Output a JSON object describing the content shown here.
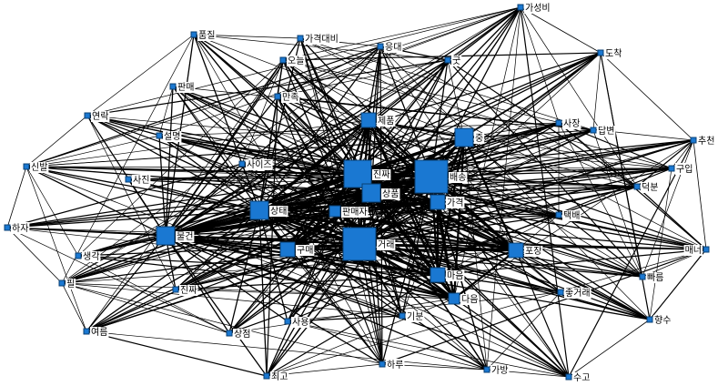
{
  "network": {
    "node_color": "#1a78d2",
    "nodes": [
      {
        "id": "n0",
        "label": "가성비",
        "weight": 1
      },
      {
        "id": "n1",
        "label": "품질",
        "weight": 1
      },
      {
        "id": "n2",
        "label": "가격대비",
        "weight": 1
      },
      {
        "id": "n3",
        "label": "응대",
        "weight": 1
      },
      {
        "id": "n4",
        "label": "굿",
        "weight": 1
      },
      {
        "id": "n5",
        "label": "도착",
        "weight": 1
      },
      {
        "id": "n6",
        "label": "오늘",
        "weight": 1
      },
      {
        "id": "n7",
        "label": "판매",
        "weight": 1
      },
      {
        "id": "n8",
        "label": "만족",
        "weight": 1
      },
      {
        "id": "n9",
        "label": "제품",
        "weight": 3
      },
      {
        "id": "n10",
        "label": "연락",
        "weight": 1
      },
      {
        "id": "n11",
        "label": "사장",
        "weight": 1
      },
      {
        "id": "n12",
        "label": "답변",
        "weight": 1
      },
      {
        "id": "n13",
        "label": "추천",
        "weight": 1
      },
      {
        "id": "n14",
        "label": "설명",
        "weight": 1
      },
      {
        "id": "n15",
        "label": "중",
        "weight": 4
      },
      {
        "id": "n16",
        "label": "사이즈",
        "weight": 1
      },
      {
        "id": "n17",
        "label": "진짜",
        "weight": 7
      },
      {
        "id": "n18",
        "label": "배송",
        "weight": 9
      },
      {
        "id": "n19",
        "label": "구입",
        "weight": 1
      },
      {
        "id": "n20",
        "label": "신발",
        "weight": 1
      },
      {
        "id": "n21",
        "label": "사진",
        "weight": 1
      },
      {
        "id": "n22",
        "label": "상품",
        "weight": 5
      },
      {
        "id": "n23",
        "label": "가격",
        "weight": 3
      },
      {
        "id": "n24",
        "label": "덕분",
        "weight": 1
      },
      {
        "id": "n25",
        "label": "상태",
        "weight": 5
      },
      {
        "id": "n26",
        "label": "판매자",
        "weight": 2
      },
      {
        "id": "n27",
        "label": "하자",
        "weight": 1
      },
      {
        "id": "n28",
        "label": "택배",
        "weight": 1
      },
      {
        "id": "n29",
        "label": "물건",
        "weight": 4
      },
      {
        "id": "n30",
        "label": "거래",
        "weight": 10
      },
      {
        "id": "n31",
        "label": "구매",
        "weight": 3
      },
      {
        "id": "n32",
        "label": "포장",
        "weight": 3
      },
      {
        "id": "n33",
        "label": "매너",
        "weight": 1
      },
      {
        "id": "n34",
        "label": "생각",
        "weight": 1
      },
      {
        "id": "n35",
        "label": "마음",
        "weight": 3
      },
      {
        "id": "n36",
        "label": "빠름",
        "weight": 1
      },
      {
        "id": "n37",
        "label": "필",
        "weight": 1
      },
      {
        "id": "n38",
        "label": "진짜",
        "weight": 1
      },
      {
        "id": "n39",
        "label": "다음",
        "weight": 2
      },
      {
        "id": "n40",
        "label": "좋거래",
        "weight": 1
      },
      {
        "id": "n41",
        "label": "기분",
        "weight": 1
      },
      {
        "id": "n42",
        "label": "사용",
        "weight": 1
      },
      {
        "id": "n43",
        "label": "향수",
        "weight": 1
      },
      {
        "id": "n44",
        "label": "여름",
        "weight": 1
      },
      {
        "id": "n45",
        "label": "상점",
        "weight": 1
      },
      {
        "id": "n46",
        "label": "하루",
        "weight": 1
      },
      {
        "id": "n47",
        "label": "가방",
        "weight": 1
      },
      {
        "id": "n48",
        "label": "최고",
        "weight": 1
      },
      {
        "id": "n49",
        "label": "수고",
        "weight": 1
      }
    ]
  }
}
